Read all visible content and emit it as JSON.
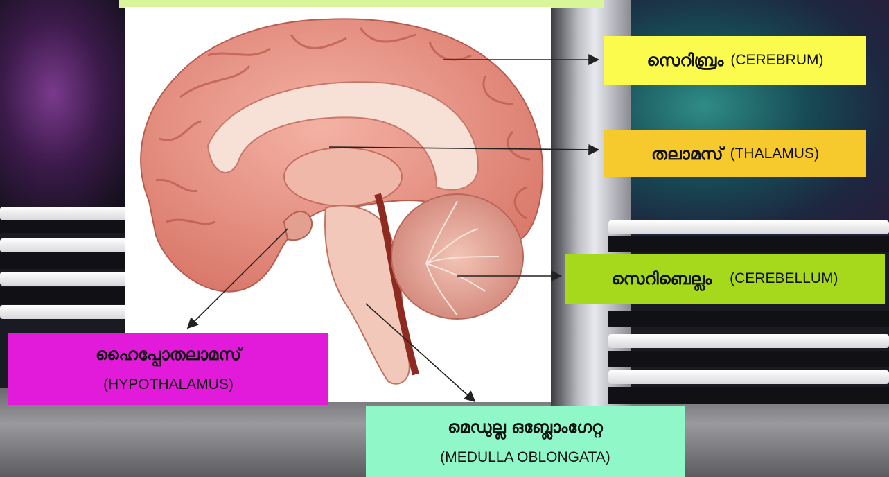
{
  "labels": {
    "cerebrum": {
      "ml": "സെറിബ്രം",
      "en": "(CEREBRUM)"
    },
    "thalamus": {
      "ml": "തലാമസ്",
      "en": "(THALAMUS)"
    },
    "cerebellum": {
      "ml": "സെറിബെല്ലം",
      "en": "(CEREBELLUM)"
    },
    "hypothalamus": {
      "ml": "ഹൈപ്പോതലാമസ്",
      "en": "(HYPOTHALAMUS)"
    },
    "medulla": {
      "ml": "മെഡുല്ല ഒബ്ലോംഗേറ്റ",
      "en": "(MEDULLA OBLONGATA)"
    }
  },
  "colors": {
    "cerebrum": "#fbfb4e",
    "thalamus": "#f6c92c",
    "cerebellum": "#a6d81c",
    "hypothalamus": "#e21bda",
    "medulla": "#8ff7c8",
    "brain": "#e89a8a"
  }
}
